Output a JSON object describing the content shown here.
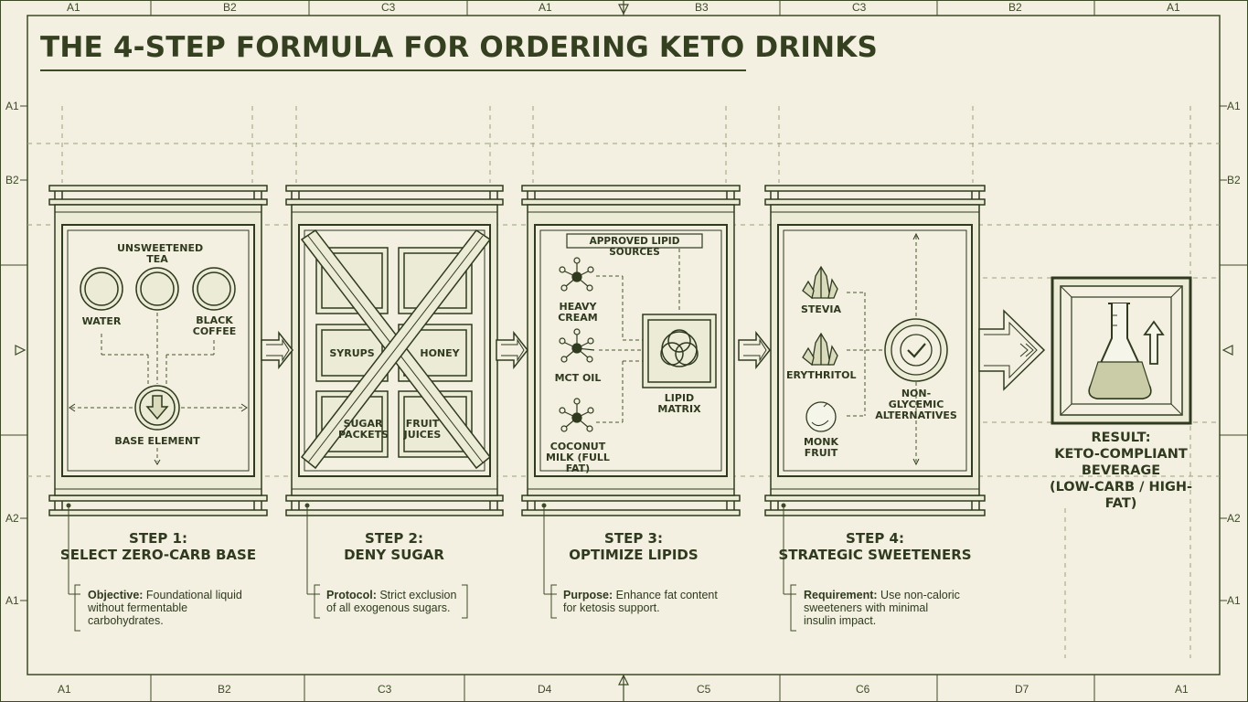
{
  "title": "THE 4-STEP FORMULA FOR ORDERING KETO DRINKS",
  "ref_top": [
    "A1",
    "B2",
    "C3",
    "A1",
    "B3",
    "C3",
    "B2",
    "A1"
  ],
  "ref_bottom": [
    "A1",
    "B2",
    "C3",
    "D4",
    "C5",
    "C6",
    "D7",
    "A1"
  ],
  "ref_left": [
    "A1",
    "B2",
    "A2",
    "A1"
  ],
  "ref_right": [
    "A1",
    "B2",
    "A2",
    "A1"
  ],
  "step1": {
    "heading_line1": "STEP 1:",
    "heading_line2": "SELECT ZERO-CARB BASE",
    "items": {
      "tea": "UNSWEETENED TEA",
      "water": "WATER",
      "coffee": "BLACK COFFEE",
      "base": "BASE ELEMENT"
    },
    "note_key": "Objective:",
    "note_text": " Foundational liquid without fermentable carbohydrates."
  },
  "step2": {
    "heading_line1": "STEP 2:",
    "heading_line2": "DENY SUGAR",
    "items": {
      "syrups": "SYRUPS",
      "honey": "HONEY",
      "packets": "SUGAR PACKETS",
      "juices": "FRUIT JUICES"
    },
    "note_key": "Protocol:",
    "note_text": " Strict exclusion of all exogenous sugars."
  },
  "step3": {
    "heading_line1": "STEP 3:",
    "heading_line2": "OPTIMIZE LIPIDS",
    "items": {
      "approved": "APPROVED LIPID SOURCES",
      "cream": "HEAVY CREAM",
      "mct": "MCT OIL",
      "coconut": "COCONUT MILK (FULL FAT)",
      "matrix": "LIPID MATRIX"
    },
    "note_key": "Purpose:",
    "note_text": " Enhance fat content for ketosis support."
  },
  "step4": {
    "heading_line1": "STEP 4:",
    "heading_line2": "STRATEGIC SWEETENERS",
    "items": {
      "stevia": "STEVIA",
      "erythritol": "ERYTHRITOL",
      "monk": "MONK FRUIT",
      "nonglyc": "NON-GLYCEMIC ALTERNATIVES"
    },
    "note_key": "Requirement:",
    "note_text": " Use non-caloric sweeteners with minimal insulin impact."
  },
  "result": {
    "line1": "RESULT:",
    "line2": "KETO-COMPLIANT",
    "line3": "BEVERAGE",
    "line4": "(LOW-CARB / HIGH-FAT)"
  },
  "colors": {
    "ink": "#2f3a1e",
    "paper": "#f3f0e1",
    "panel": "#ecebd5",
    "dash": "#9aa27a"
  }
}
